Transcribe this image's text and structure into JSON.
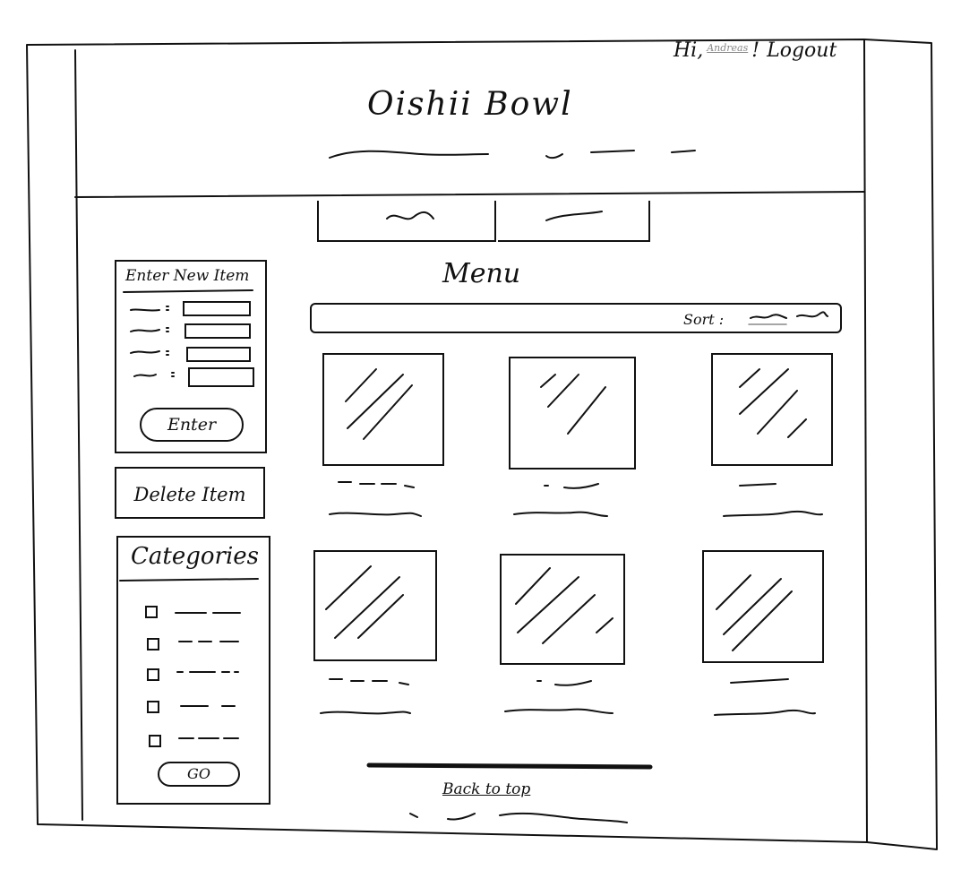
{
  "header": {
    "greeting_prefix": "Hi,",
    "user_name": "Andreas",
    "greeting_suffix": "!",
    "logout_label": "Logout",
    "site_title": "Oishii Bowl"
  },
  "main": {
    "title": "Menu",
    "sort_label": "Sort :"
  },
  "sidebar": {
    "new_item_title": "Enter New Item",
    "enter_label": "Enter",
    "delete_label": "Delete Item",
    "categories_title": "Categories",
    "go_label": "GO"
  },
  "footer": {
    "back_to_top_label": "Back to top"
  },
  "colors": {
    "ink": "#111111",
    "muted": "#888888",
    "paper": "#ffffff"
  }
}
